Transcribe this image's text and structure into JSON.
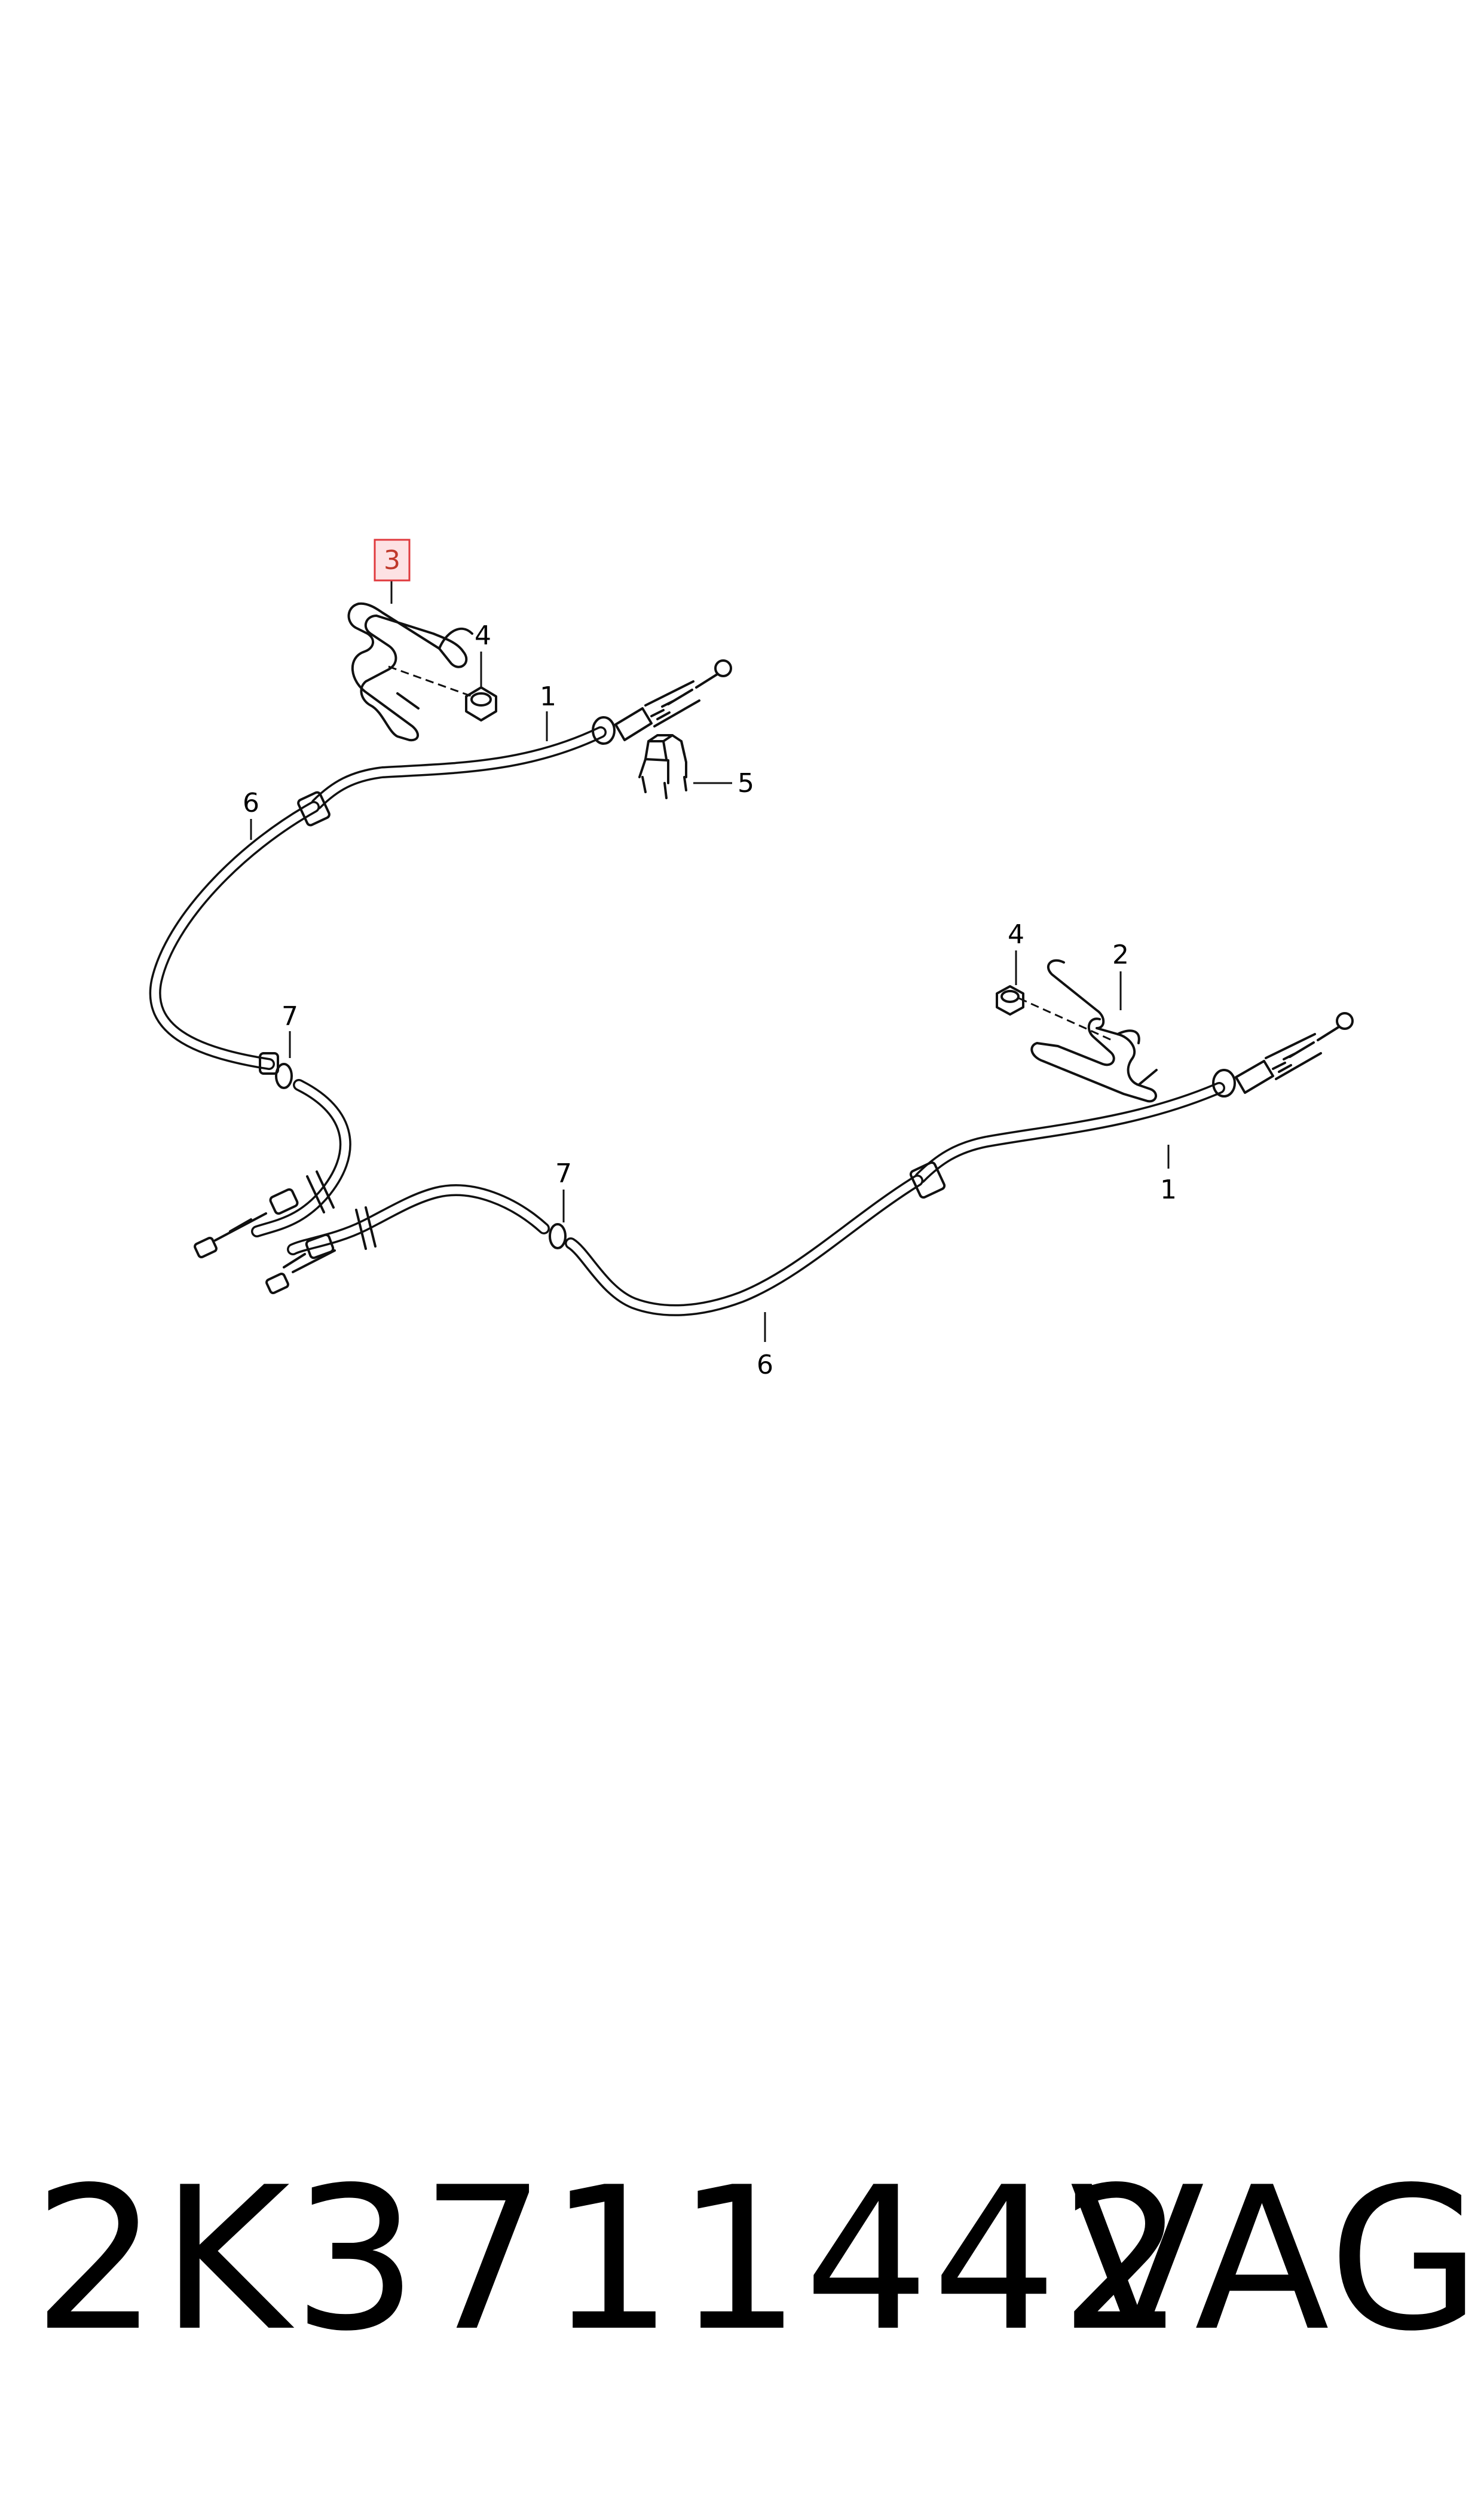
{
  "diagram": {
    "callouts": {
      "c1a": "1",
      "c1b": "1",
      "c2": "2",
      "c3": "3",
      "c4a": "4",
      "c4b": "4",
      "c5": "5",
      "c6a": "6",
      "c6b": "6",
      "c7a": "7",
      "c7b": "7"
    },
    "highlighted_callout": "3",
    "highlight_color": "#e03a3e"
  },
  "caption": {
    "part_number": "2K3711442",
    "brand": "VAG"
  }
}
